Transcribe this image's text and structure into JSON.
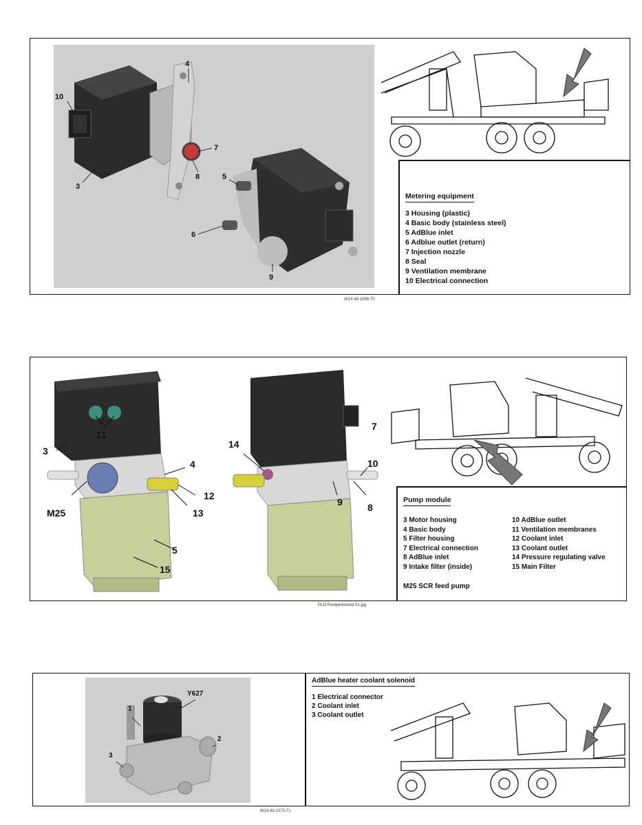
{
  "section1": {
    "legend_title": "Metering equipment",
    "items": [
      "3 Housing (plastic)",
      "4 Basic body (stainless steel)",
      "5 AdBlue inlet",
      "6 Adblue outlet (return)",
      "7 Injection nozzle",
      "8 Seal",
      "9 Ventilation membrane",
      "10 Electrical connection"
    ],
    "callouts": [
      "10",
      "4",
      "7",
      "8",
      "3",
      "5",
      "6",
      "9"
    ],
    "caption": "W14.49-1069-70"
  },
  "section2": {
    "legend_title": "Pump module",
    "items_left": [
      "3 Motor housing",
      "4 Basic body",
      "5 Filter housing",
      "7 Electrical connection",
      "8 AdBlue inlet",
      "9 Intake filter (inside)"
    ],
    "items_right": [
      "10 AdBlue outlet",
      "11 Ventilation membranes",
      "12 Coolant inlet",
      "13 Coolant outlet",
      "14 Pressure regulating valve",
      "15 Main Filter"
    ],
    "extra": "M25 SCR feed pump",
    "callouts": [
      "3",
      "11",
      "4",
      "M25",
      "12",
      "13",
      "5",
      "15",
      "14",
      "7",
      "10",
      "9",
      "8"
    ],
    "caption": "PLO Pumpenmodul 01.jpg"
  },
  "section3": {
    "legend_title": "AdBlue heater coolant solenoid",
    "items": [
      "1 Electrical connector",
      "2 Coolant inlet",
      "3 Coolant outlet"
    ],
    "callouts": [
      "Y627",
      "1",
      "2",
      "3"
    ],
    "caption": "W14.49-1073-71"
  },
  "colors": {
    "photo_bg": "#cfcfcf",
    "housing": "#2a2a2a",
    "filter": "#c9cf9a",
    "fitting": "#d6cf3c",
    "membrane": "#3f8f7f",
    "pump_blue": "#6a7fb0",
    "arrow": "#777777"
  }
}
